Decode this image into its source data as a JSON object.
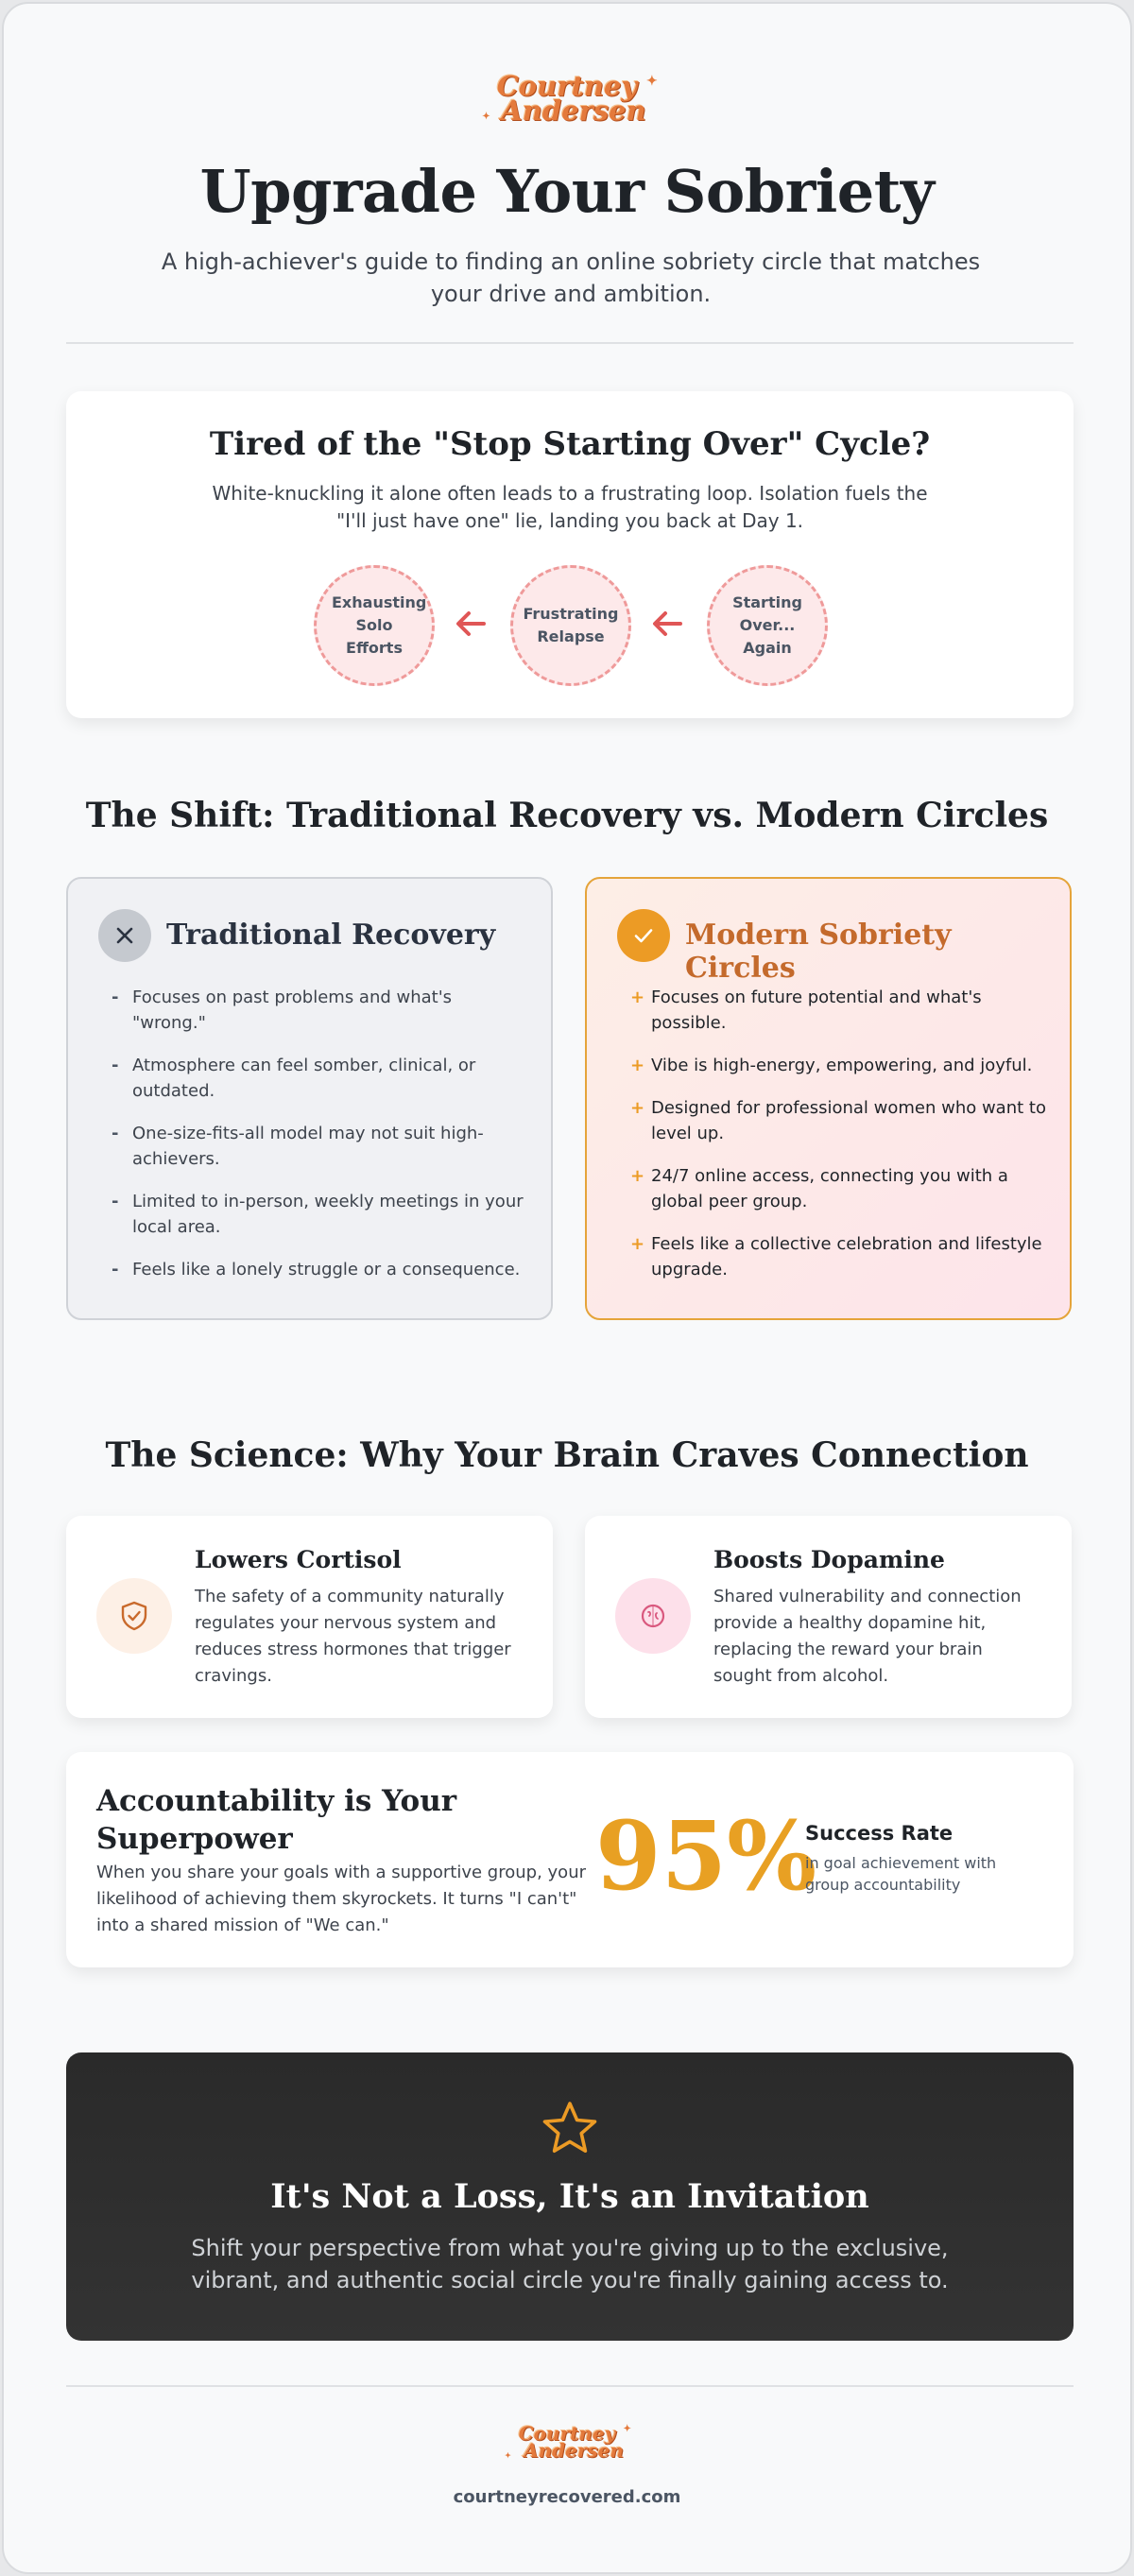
{
  "brand": {
    "logo_line1": "Courtney",
    "logo_line2": "Andersen"
  },
  "hero": {
    "title": "Upgrade Your Sobriety",
    "subtitle": "A high-achiever's guide to finding an online sobriety circle that matches your drive and ambition."
  },
  "cycle": {
    "title": "Tired of the \"Stop Starting Over\" Cycle?",
    "text": "White-knuckling it alone often leads to a frustrating loop. Isolation fuels the \"I'll just have one\" lie, landing you back at Day 1.",
    "steps": [
      "Exhausting Solo Efforts",
      "Frustrating Relapse",
      "Starting Over... Again"
    ]
  },
  "shift": {
    "title": "The Shift: Traditional Recovery vs. Modern Circles",
    "traditional": {
      "heading": "Traditional Recovery",
      "marker": "-",
      "items": [
        "Focuses on past problems and what's \"wrong.\"",
        "Atmosphere can feel somber, clinical, or outdated.",
        "One-size-fits-all model may not suit high-achievers.",
        "Limited to in-person, weekly meetings in your local area.",
        "Feels like a lonely struggle or a consequence."
      ]
    },
    "modern": {
      "heading": "Modern Sobriety Circles",
      "marker": "+",
      "items": [
        "Focuses on future potential and what's possible.",
        "Vibe is high-energy, empowering, and joyful.",
        "Designed for professional women who want to level up.",
        "24/7 online access, connecting you with a global peer group.",
        "Feels like a collective celebration and lifestyle upgrade."
      ]
    }
  },
  "science": {
    "title": "The Science: Why Your Brain Craves Connection",
    "cards": [
      {
        "title": "Lowers Cortisol",
        "icon": "shield-check-icon",
        "color": "#c96a2c",
        "text": "The safety of a community naturally regulates your nervous system and reduces stress hormones that trigger cravings."
      },
      {
        "title": "Boosts Dopamine",
        "icon": "brain-icon",
        "color": "#d9587e",
        "text": "Shared vulnerability and connection provide a healthy dopamine hit, replacing the reward your brain sought from alcohol."
      }
    ],
    "accountability": {
      "title": "Accountability is Your Superpower",
      "text": "When you share your goals with a supportive group, your likelihood of achieving them skyrockets. It turns \"I can't\" into a shared mission of \"We can.\"",
      "stat": "95%",
      "stat_label": "Success Rate",
      "stat_sub": "in goal achievement with group accountability"
    }
  },
  "invitation": {
    "title": "It's Not a Loss, It's an Invitation",
    "text": "Shift your perspective from what you're giving up to the exclusive, vibrant, and authentic social circle you're finally gaining access to."
  },
  "footer": {
    "url": "courtneyrecovered.com"
  },
  "colors": {
    "accent": "#ec9b25",
    "relapse": "#e05656",
    "dark": "#2e2e2e"
  }
}
